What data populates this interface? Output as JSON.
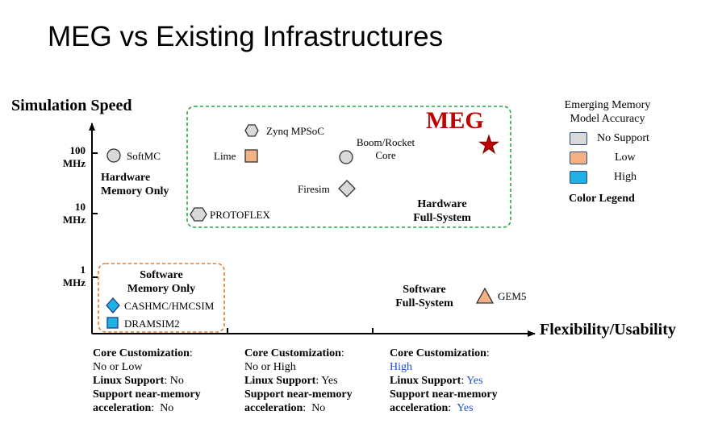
{
  "title": "MEG vs Existing Infrastructures",
  "axes": {
    "y_label": "Simulation Speed",
    "x_label": "Flexibility/Usability",
    "y_ticks": [
      {
        "line1": "100",
        "line2": "MHz"
      },
      {
        "line1": "10",
        "line2": "MHz"
      },
      {
        "line1": "1",
        "line2": "MHz"
      }
    ]
  },
  "groups": {
    "hardware_memory_only": {
      "line1": "Hardware",
      "line2": "Memory Only"
    },
    "hardware_full_system": {
      "line1": "Hardware",
      "line2": "Full-System"
    },
    "software_memory_only": {
      "line1": "Software",
      "line2": "Memory Only"
    },
    "software_full_system": {
      "line1": "Software",
      "line2": "Full-System"
    }
  },
  "points": {
    "softmc": "SoftMC",
    "zynq": "Zynq MPSoC",
    "lime": "Lime",
    "boom_line1": "Boom/Rocket",
    "boom_line2": "Core",
    "firesim": "Firesim",
    "protoflex": "PROTOFLEX",
    "meg": "MEG",
    "cashmc": "CASHMC/HMCSIM",
    "dramsim2": "DRAMSIM2",
    "gem5": "GEM5"
  },
  "legend": {
    "heading_line1": "Emerging Memory",
    "heading_line2": "Model Accuracy",
    "items": [
      {
        "label": "No Support",
        "color": "#d9d9d9"
      },
      {
        "label": "Low",
        "color": "#f4b183"
      },
      {
        "label": "High",
        "color": "#1fb0e6"
      }
    ],
    "caption": "Color Legend"
  },
  "colors": {
    "green_box": "#22a842",
    "orange_box": "#e07b2c",
    "meg_red": "#c00000",
    "blue_text": "#1f4fd8"
  },
  "columns": [
    {
      "core_label": "Core Customization",
      "core_value": "No or Low",
      "linux_label": "Linux Support",
      "linux_value": "No",
      "accel_line1": "Support near-memory",
      "accel_line2": "acceleration",
      "accel_value": "No"
    },
    {
      "core_label": "Core Customization",
      "core_value": "No or High",
      "linux_label": "Linux Support",
      "linux_value": "Yes",
      "accel_line1": "Support near-memory",
      "accel_line2": "acceleration",
      "accel_value": "No"
    },
    {
      "core_label": "Core Customization",
      "core_value": "High",
      "linux_label": "Linux Support",
      "linux_value": "Yes",
      "accel_line1": "Support near-memory",
      "accel_line2": "acceleration",
      "accel_value": "Yes"
    }
  ]
}
